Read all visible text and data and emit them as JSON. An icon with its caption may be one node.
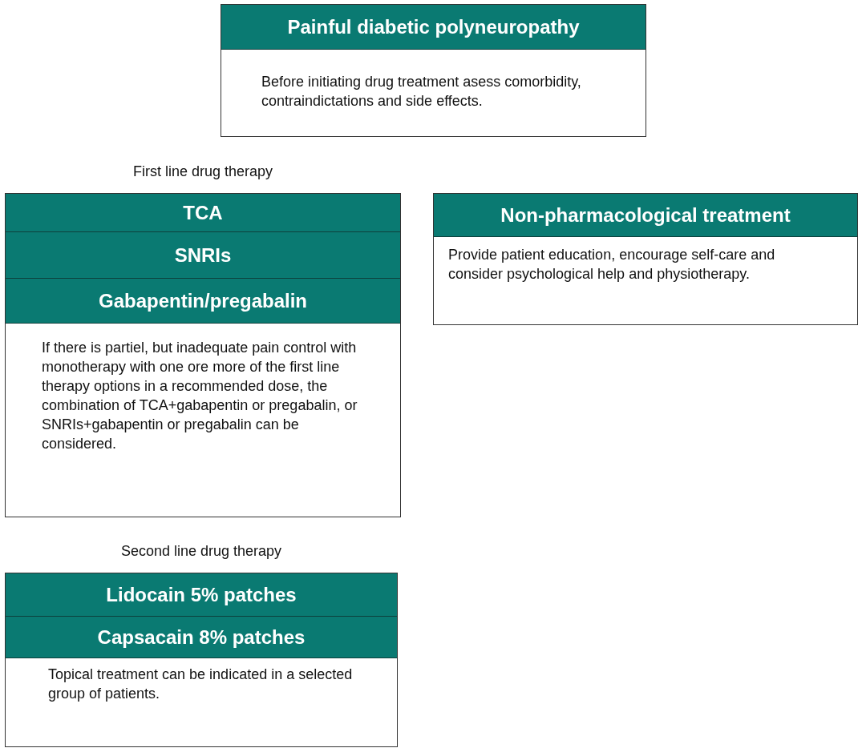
{
  "diagram": {
    "nodes": [
      {
        "text": [
          "Painful diabetic polyneuropathy",
          "Before initiating drug treatment asess comorbidity, contraindictations and side effects."
        ]
      },
      {
        "text": [
          "First line drug therapy",
          "TCA",
          "SNRIs",
          "Gabapentin/pregabalin",
          "If there is partiel, but inadequate pain control with monotherapy with one ore more of the first line therapy options in a recommended dose, the combination of TCA+gabapentin or pregabalin, or SNRIs+gabapentin or pregabalin can be considered."
        ]
      },
      {
        "text": [
          "Non-pharmacological treatment",
          "Provide patient education, encourage self-care and consider psychological help and physiotherapy."
        ]
      },
      {
        "text": [
          "Second line drug therapy",
          "Lidocain 5% patches",
          "Capsacain 8% patches",
          "Topical treatment can be indicated in a selected group of patients."
        ]
      }
    ]
  }
}
